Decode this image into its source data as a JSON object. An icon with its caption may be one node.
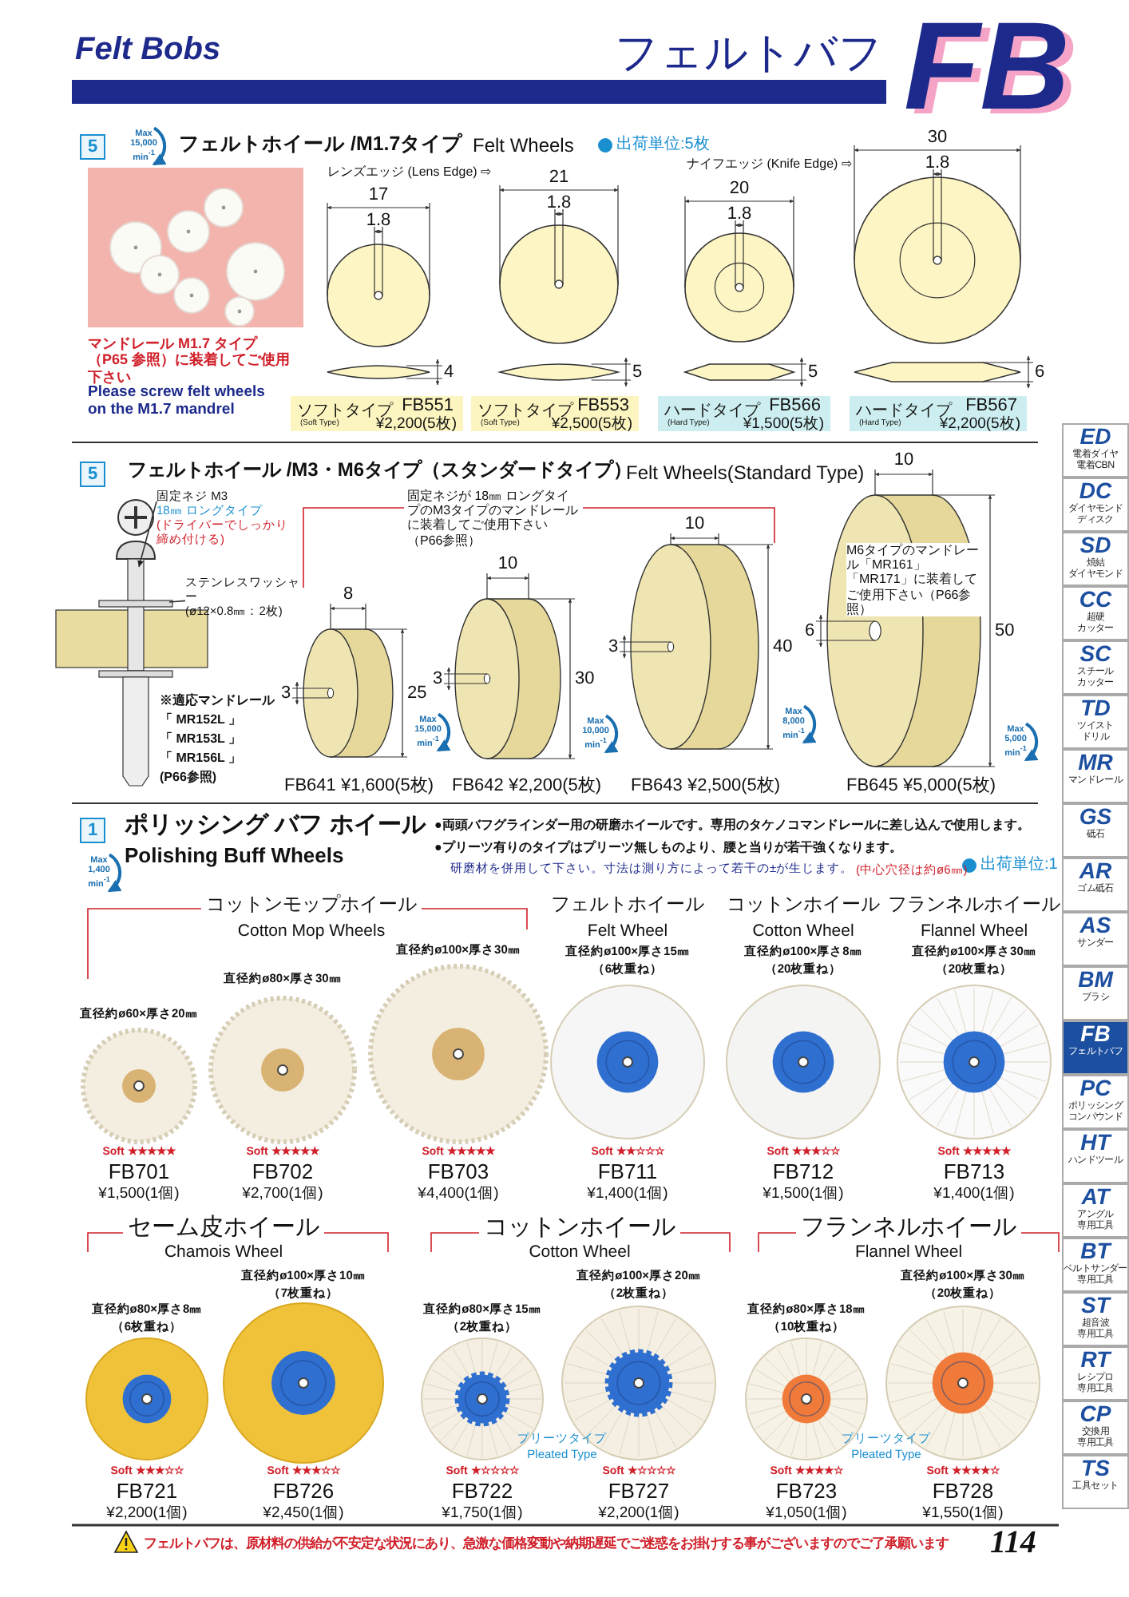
{
  "diagram": {
    "nodes": [
      {
        "text": [
          "ED",
          "電着ダイヤ",
          "電着CBN"
        ]
      },
      {
        "text": [
          "DC",
          "ダイヤモンド",
          "ディスク"
        ]
      },
      {
        "text": [
          "SD",
          "焼結",
          "ダイヤモンド"
        ]
      },
      {
        "text": [
          "CC",
          "超硬",
          "カッター"
        ]
      },
      {
        "text": [
          "SC",
          "スチール",
          "カッター"
        ]
      },
      {
        "text": [
          "TD",
          "ツイスト",
          "ドリル"
        ]
      },
      {
        "text": [
          "MR",
          "マンドレール"
        ]
      },
      {
        "text": [
          "GS",
          "砥石"
        ]
      },
      {
        "text": [
          "AR",
          "ゴム砥石"
        ]
      },
      {
        "text": [
          "AS",
          "サンダー"
        ]
      },
      {
        "text": [
          "BM",
          "ブラシ"
        ]
      },
      {
        "text": [
          "FB",
          "フェルトバフ"
        ]
      },
      {
        "text": [
          "PC",
          "ポリッシング",
          "コンパウンド"
        ]
      },
      {
        "text": [
          "HT",
          "ハンドツール"
        ]
      },
      {
        "text": [
          "AT",
          "アングル",
          "専用工具"
        ]
      },
      {
        "text": [
          "BT",
          "ベルトサンダー",
          "専用工具"
        ]
      },
      {
        "text": [
          "ST",
          "超音波",
          "専用工具"
        ]
      },
      {
        "text": [
          "RT",
          "レシプロ",
          "専用工具"
        ]
      },
      {
        "text": [
          "CP",
          "交換用",
          "専用工具"
        ]
      },
      {
        "text": [
          "TS",
          "工具セット"
        ]
      },
      {
        "text": [
          "ソフトタイプ",
          "(Soft Type)",
          "FB551",
          "¥2,200(5枚)"
        ]
      },
      {
        "text": [
          "ソフトタイプ",
          "(Soft Type)",
          "FB553",
          "¥2,500(5枚)"
        ]
      },
      {
        "text": [
          "ハードタイプ",
          "(Hard Type)",
          "FB566",
          "¥1,500(5枚)"
        ]
      },
      {
        "text": [
          "ハードタイプ",
          "(Hard Type)",
          "FB567",
          "¥2,200(5枚)"
        ]
      },
      {
        "text": [
          "固定ネジ M3",
          "18㎜ ロングタイプ",
          "(ドライバーでしっかり締め付ける)"
        ]
      },
      {
        "text": [
          "ステンレスワッシャー",
          "(ø12×0.8㎜：2枚)"
        ]
      }
    ],
    "edges": [
      {
        "from": 24,
        "to": null,
        "arrow": "to"
      },
      {
        "from": 25,
        "to": null,
        "arrow": "none"
      }
    ],
    "labels": [
      "Felt Bobs",
      "フェルトバフ",
      "FB",
      "5",
      "Max 15,000 min$^{-1}$",
      "フェルトホイール /M1.7タイプ",
      "Felt Wheels",
      "出荷単位:5枚",
      "レンズエッジ (Lens Edge) ⇨",
      "ナイフエッジ (Knife Edge) ⇨",
      "17",
      "1.8",
      "21",
      "1.8",
      "20",
      "1.8",
      "30",
      "1.8",
      "4",
      "5",
      "5",
      "6",
      "マンドレール M1.7 タイプ（P65 参照）に装着してご使用下さい",
      "Please screw felt wheels on the M1.7 mandrel",
      "5",
      "フェルトホイール /M3・M6タイプ（スタンダードタイプ）",
      "Felt Wheels(Standard Type)",
      "※適応マンドレール",
      "「 MR152L 」",
      "「 MR153L 」",
      "「 MR156L 」",
      "(P66参照)",
      "固定ネジが 18㎜ ロングタイプのM3タイプのマンドレールに装着してご使用下さい（P66参照）",
      "8",
      "3",
      "25",
      "10",
      "3",
      "30",
      "10",
      "3",
      "40",
      "10",
      "6",
      "50",
      "M6タイプのマンドレール「MR161」「MR171」に装着してご使用下さい（P66参照）",
      "Max 15,000 min$^{-1}$",
      "Max 10,000 min$^{-1}$",
      "Max 8,000 min$^{-1}$",
      "Max 5,000 min$^{-1}$",
      "FB641 ¥1,600(5枚)",
      "FB642 ¥2,200(5枚)",
      "FB643 ¥2,500(5枚)",
      "FB645 ¥5,000(5枚)",
      "1",
      "Max 1,400 min$^{-1}$",
      "ポリッシング バフ ホイール",
      "Polishing Buff Wheels",
      "●両頭バフグラインダー用の研磨ホイールです。専用のタケノコマンドレールに差し込んで使用します。",
      "●プリーツ有りのタイプはプリーツ無しものより、腰と当りが若干強くなります。",
      "研磨材を併用して下さい。寸法は測り方によって若干の±が生じます。",
      "(中心穴径は約ø6㎜)",
      "出荷単位:1",
      "コットンモップホイール",
      "Cotton Mop Wheels",
      "フェルトホイール",
      "Felt Wheel",
      "コットンホイール",
      "Cotton Wheel",
      "フランネルホイール",
      "Flannel Wheel",
      "直径約ø100×厚さ30㎜",
      "直径約ø80×厚さ30㎜",
      "直径約ø60×厚さ20㎜",
      "直径約ø100×厚さ15㎜",
      "（6枚重ね）",
      "直径約ø100×厚さ8㎜",
      "（20枚重ね）",
      "直径約ø100×厚さ30㎜",
      "（20枚重ね）",
      "Soft ★★★★★",
      "FB701",
      "¥1,500(1個)",
      "Soft ★★★★★",
      "FB702",
      "¥2,700(1個)",
      "Soft ★★★★★",
      "FB703",
      "¥4,400(1個)",
      "Soft ★★☆☆☆",
      "FB711",
      "¥1,400(1個)",
      "Soft ★★★☆☆",
      "FB712",
      "¥1,500(1個)",
      "Soft ★★★★★",
      "FB713",
      "¥1,400(1個)",
      "セーム皮ホイール",
      "Chamois Wheel",
      "コットンホイール",
      "Cotton Wheel",
      "フランネルホイール",
      "Flannel Wheel",
      "直径約ø100×厚さ10㎜",
      "（7枚重ね）",
      "直径約ø80×厚さ8㎜",
      "（6枚重ね）",
      "直径約ø100×厚さ20㎜",
      "（2枚重ね）",
      "直径約ø80×厚さ15㎜",
      "（2枚重ね）",
      "直径約ø100×厚さ30㎜",
      "（20枚重ね）",
      "直径約ø80×厚さ18㎜",
      "（10枚重ね）",
      "Soft ★★★☆☆",
      "FB721",
      "¥2,200(1個)",
      "Soft ★★★☆☆",
      "FB726",
      "¥2,450(1個)",
      "Soft ★☆☆☆☆",
      "FB722",
      "¥1,750(1個)",
      "プリーツタイプ",
      "Pleated Type",
      "Soft ★☆☆☆☆",
      "FB727",
      "¥2,200(1個)",
      "Soft ★★★★☆",
      "FB723",
      "¥1,050(1個)",
      "プリーツタイプ",
      "Pleated Type",
      "Soft ★★★★☆",
      "FB728",
      "¥1,550(1個)",
      "フェルトバフは、原材料の供給が不安定な状況にあり、急激な価格変動や納期遅延でご迷惑をお掛けする事がございますのでご了承願います",
      "114"
    ]
  }
}
